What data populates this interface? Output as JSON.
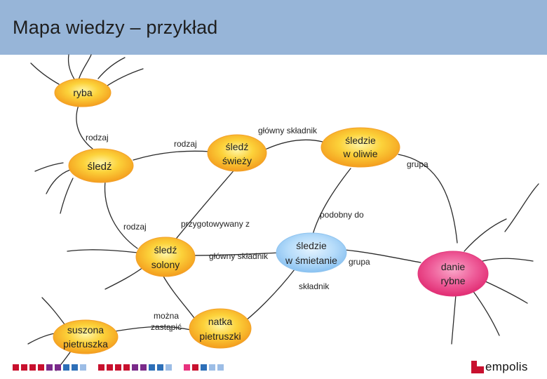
{
  "slide": {
    "title": "Mapa wiedzy – przykład"
  },
  "nodes": {
    "ryba": "ryba",
    "sledz": "śledź",
    "sledz_swiezy_1": "śledź",
    "sledz_swiezy_2": "świeży",
    "sledzie_oliwie_1": "śledzie",
    "sledzie_oliwie_2": "w oliwie",
    "sledz_solony_1": "śledź",
    "sledz_solony_2": "solony",
    "sledzie_smietanie_1": "śledzie",
    "sledzie_smietanie_2": "w śmietanie",
    "danie_rybne_1": "danie",
    "danie_rybne_2": "rybne",
    "suszona_1": "suszona",
    "suszona_2": "pietruszka",
    "natka_1": "natka",
    "natka_2": "pietruszki"
  },
  "edge_labels": {
    "rodzaj_left": "rodzaj",
    "rodzaj_mid": "rodzaj",
    "glowny_skladnik_top": "główny składnik",
    "grupa_top": "grupa",
    "rodzaj_lower": "rodzaj",
    "przygotowywany_z": "przygotowywany z",
    "podobny_do": "podobny do",
    "glowny_skladnik_mid": "główny składnik",
    "grupa_mid": "grupa",
    "skladnik": "składnik",
    "mozna_zastapic_1": "można",
    "mozna_zastapic_2": "zastąpić"
  },
  "colors": {
    "title_bar": "#97b5d8",
    "orange_node": "#f7a823",
    "blue_node": "#a9d3f5",
    "magenta_node": "#e8327e",
    "brand_red": "#c8102e",
    "footer_squares": [
      "#c8102e",
      "#c8102e",
      "#c8102e",
      "#c8102e",
      "#7a2a8a",
      "#7a2a8a",
      "#2d6fb8",
      "#2d6fb8",
      "#9cbde6",
      "#c8102e",
      "#c8102e",
      "#c8102e",
      "#c8102e",
      "#7a2a8a",
      "#7a2a8a",
      "#2d6fb8",
      "#2d6fb8",
      "#9cbde6",
      "#e8327e",
      "#c8102e",
      "#2d6fb8",
      "#9cbde6",
      "#9cbde6"
    ]
  },
  "footer": {
    "brand": "empolis"
  }
}
